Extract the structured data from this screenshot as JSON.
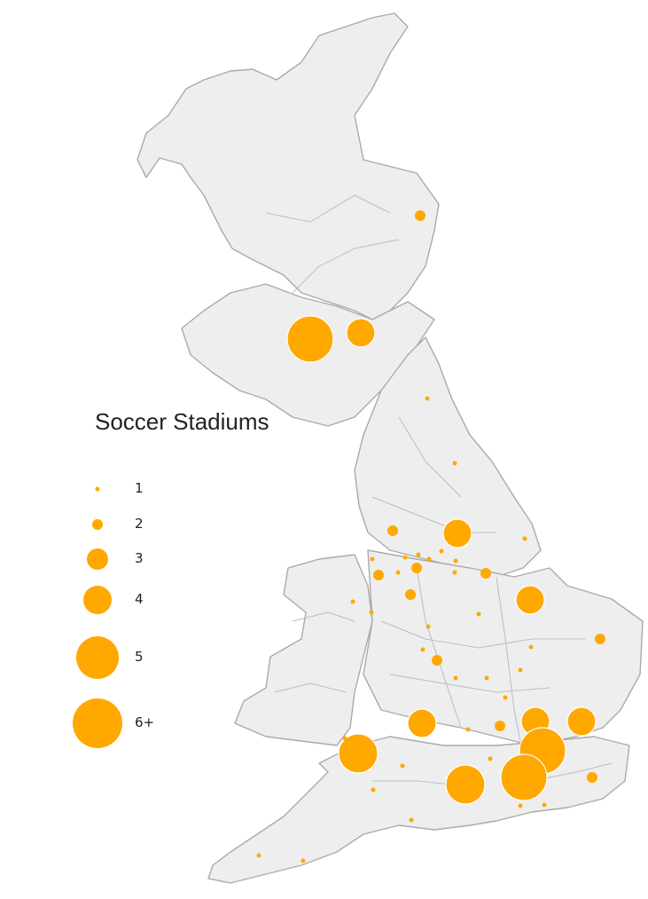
{
  "title": "Soccer Stadiums",
  "colors": {
    "bubble": "#ffa800",
    "land": "#eeeeee",
    "border": "#aaaaaa"
  },
  "legend": [
    {
      "label": "1",
      "size": 1
    },
    {
      "label": "2",
      "size": 2
    },
    {
      "label": "3",
      "size": 3
    },
    {
      "label": "4",
      "size": 4
    },
    {
      "label": "5",
      "size": 5
    },
    {
      "label": "6+",
      "size": 6
    }
  ]
}
